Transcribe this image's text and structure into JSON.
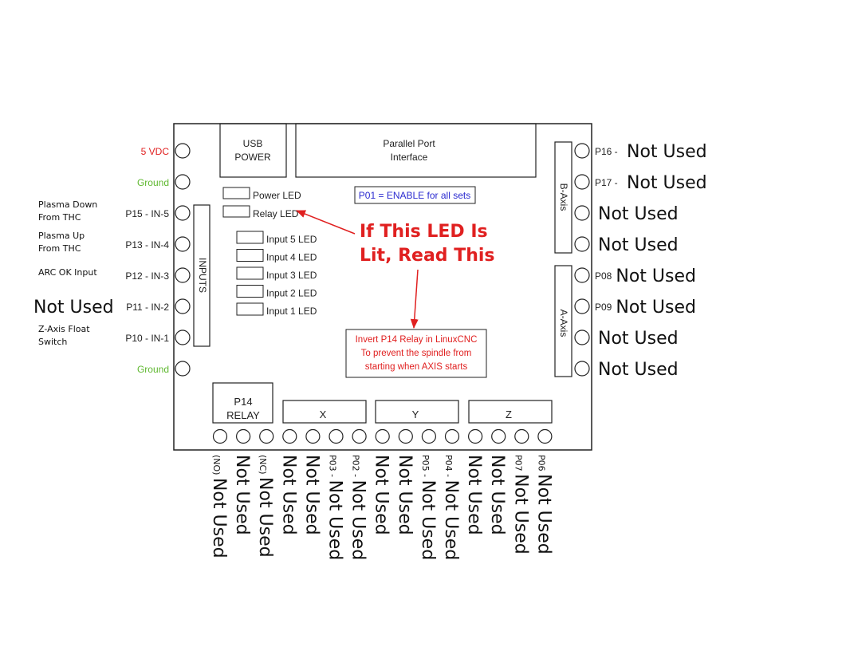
{
  "colors": {
    "red": "#e02020",
    "green": "#5fb830",
    "blue": "#2a2ad0",
    "line": "#222222"
  },
  "board": {
    "usb": [
      "USB",
      "POWER"
    ],
    "parallel": [
      "Parallel Port",
      "Interface"
    ],
    "note": "P01 = ENABLE for all sets",
    "power_led": "Power LED",
    "relay_led": "Relay LED",
    "inputs_label": "INPUTS",
    "input_leds": [
      "Input 5 LED",
      "Input 4 LED",
      "Input 3 LED",
      "Input 2 LED",
      "Input 1 LED"
    ],
    "b_axis": "B-Axis",
    "a_axis": "A-Axis",
    "relay_box": [
      "P14",
      "RELAY"
    ],
    "x": "X",
    "y": "Y",
    "z": "Z"
  },
  "callout": {
    "line1": "If This LED Is",
    "line2": "Lit, Read This",
    "invert": [
      "Invert P14 Relay in LinuxCNC",
      "To prevent the spindle from",
      "starting when AXIS starts"
    ]
  },
  "left_pins": [
    {
      "pin": "5 VDC",
      "color": "red",
      "desc": []
    },
    {
      "pin": "Ground",
      "color": "green",
      "desc": []
    },
    {
      "pin": "P15 - IN-5",
      "color": "dark",
      "desc": [
        "Plasma Down",
        "From THC"
      ]
    },
    {
      "pin": "P13 - IN-4",
      "color": "dark",
      "desc": [
        "Plasma Up",
        "From THC"
      ]
    },
    {
      "pin": "P12 - IN-3",
      "color": "dark",
      "desc": [
        "ARC OK Input"
      ]
    },
    {
      "pin": "P11 - IN-2",
      "color": "dark",
      "desc": [
        "Not Used"
      ]
    },
    {
      "pin": "P10 - IN-1",
      "color": "dark",
      "desc": [
        "Z-Axis Float",
        "Switch"
      ]
    },
    {
      "pin": "Ground",
      "color": "green",
      "desc": []
    }
  ],
  "right_pins": [
    {
      "pin": "P16 -",
      "desc": "Not Used"
    },
    {
      "pin": "P17 -",
      "desc": "Not Used"
    },
    {
      "pin": "",
      "desc": "Not Used"
    },
    {
      "pin": "",
      "desc": "Not Used"
    },
    {
      "pin": "P08",
      "desc": "Not Used"
    },
    {
      "pin": "P09",
      "desc": "Not Used"
    },
    {
      "pin": "",
      "desc": "Not Used"
    },
    {
      "pin": "",
      "desc": "Not Used"
    }
  ],
  "bottom_pins": [
    {
      "prefix": "(NO)",
      "desc": "Not Used"
    },
    {
      "prefix": "",
      "desc": "Not Used"
    },
    {
      "prefix": "(NC)",
      "desc": "Not Used"
    },
    {
      "prefix": "",
      "desc": "Not Used"
    },
    {
      "prefix": "",
      "desc": "Not Used"
    },
    {
      "prefix": "P03 -",
      "desc": "Not Used"
    },
    {
      "prefix": "P02 -",
      "desc": "Not Used"
    },
    {
      "prefix": "",
      "desc": "Not Used"
    },
    {
      "prefix": "",
      "desc": "Not Used"
    },
    {
      "prefix": "P05 -",
      "desc": "Not Used"
    },
    {
      "prefix": "P04 -",
      "desc": "Not Used"
    },
    {
      "prefix": "",
      "desc": "Not Used"
    },
    {
      "prefix": "",
      "desc": "Not Used"
    },
    {
      "prefix": "P07",
      "desc": "Not Used"
    },
    {
      "prefix": "P06",
      "desc": "Not Used"
    }
  ]
}
